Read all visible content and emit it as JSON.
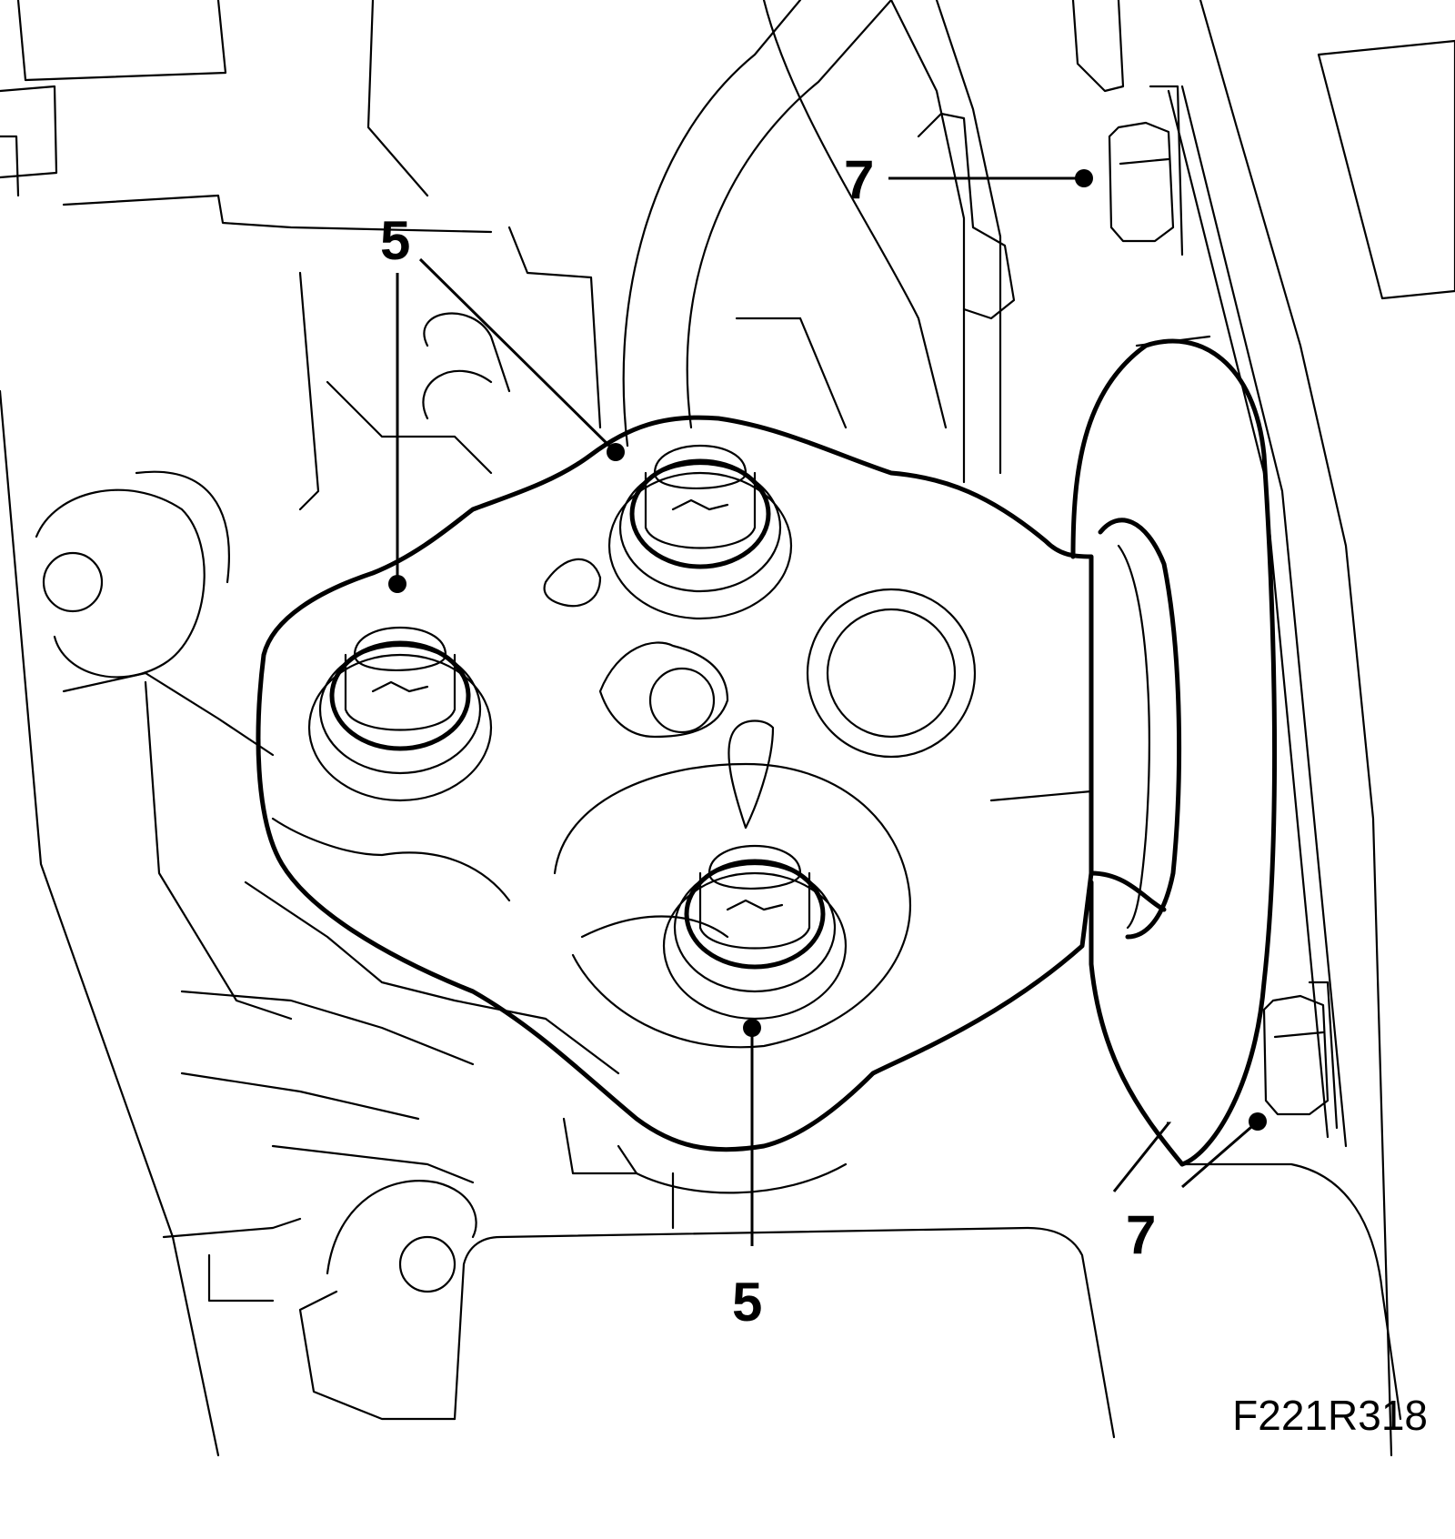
{
  "figure_id": "F221R318",
  "callouts": {
    "bolt_top_left": "5",
    "bolt_bottom": "5",
    "nut_top_right": "7",
    "nut_bottom_right": "7"
  },
  "colors": {
    "line": "#000000",
    "background": "#ffffff"
  }
}
